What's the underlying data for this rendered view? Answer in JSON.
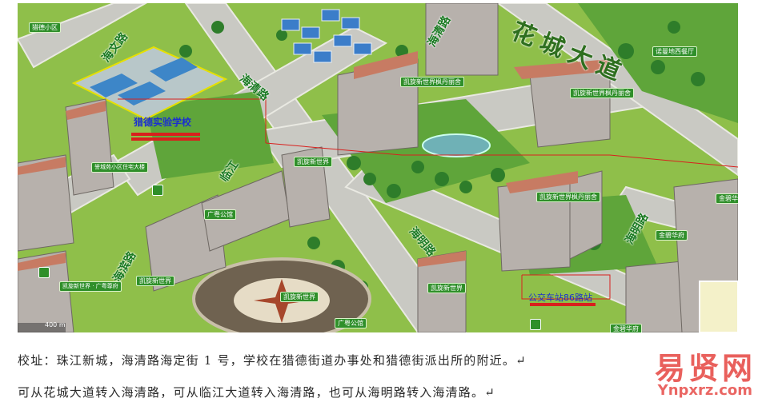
{
  "map": {
    "roads": {
      "huacheng": "花城大道",
      "haiqing": "海清路",
      "haiming": "海明路",
      "haiwen": "海文路",
      "lingyi": "临江",
      "haiming2": "海清路",
      "haiqing_left": "海滨路"
    },
    "places": [
      "猎德小区",
      "凯旋新世界枫丹丽舍",
      "凯旋新世界枫丹丽舍",
      "凯旋新世界枫丹丽舍",
      "凯旋新世界",
      "诺曼地西餐厅",
      "金碧华府",
      "金碧华府",
      "金碧华府",
      "广粤公馆",
      "广粤公馆",
      "凯旋新世界",
      "凯旋新世界",
      "凯旋新世界",
      "凯旋新世界 · 广粤尊府",
      "誉城苑小区住宅大楼"
    ],
    "school": "猎德实验学校",
    "bus_stop": "公交车站86路站",
    "scale": "400 m"
  },
  "caption": {
    "line1": "校址：珠江新城，海清路海定街 1 号，学校在猎德街道办事处和猎德街派出所的附近。↵",
    "line2": "可从花城大道转入海清路，可从临江大道转入海清路，也可从海明路转入海清路。↵"
  },
  "watermark": {
    "cn": "易贤网",
    "en": "Ynpxrz.com"
  },
  "colors": {
    "grass": "#8fbf4a",
    "road": "#c9c9c3",
    "marker": "#d8201d",
    "label_bg": "#2f8f2a",
    "school_text": "#1b2fd0",
    "watermark": "#e3342f"
  }
}
